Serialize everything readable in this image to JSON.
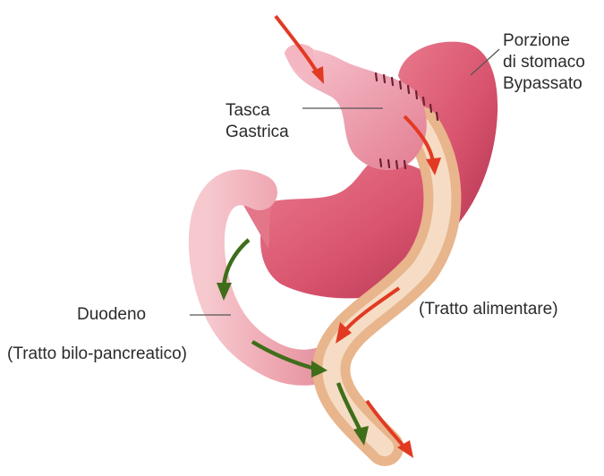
{
  "labels": {
    "bypassed_stomach": [
      "Porzione",
      "di stomaco",
      "Bypassato"
    ],
    "gastric_pouch": [
      "Tasca",
      "Gastrica"
    ],
    "duodenum": "Duodeno",
    "biliopancreatic_limb": "(Tratto bilo-pancreatico)",
    "alimentary_limb": "(Tratto alimentare)"
  },
  "colors": {
    "stomach": "#d9546e",
    "stomach_dark": "#b53552",
    "intestine": "#f0c9a6",
    "duodenum": "#efaab4",
    "food_flow_arrow": "#e23a22",
    "bile_flow_arrow": "#3f6e1a"
  }
}
